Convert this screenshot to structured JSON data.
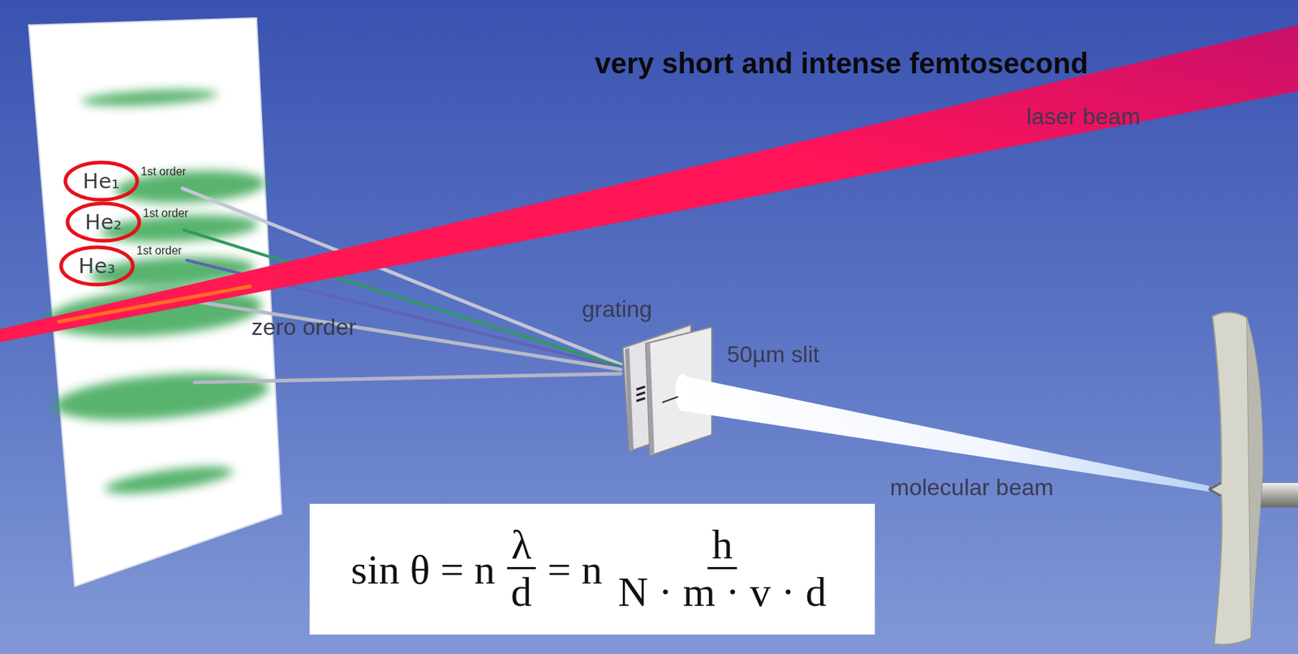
{
  "diagram": {
    "nodes": [
      {
        "text": [
          "He₁"
        ]
      },
      {
        "text": [
          "He₂"
        ]
      },
      {
        "text": [
          "He₃"
        ]
      },
      {
        "text": [
          "sin θ = n",
          "λ",
          "d",
          "= n",
          "h",
          "N · m · v · d"
        ]
      }
    ],
    "labels": [
      "very short and intense femtosecond",
      "laser beam",
      "1st order",
      "1st order",
      "1st order",
      "zero order",
      "grating",
      "50µm slit",
      "molecular beam"
    ]
  }
}
